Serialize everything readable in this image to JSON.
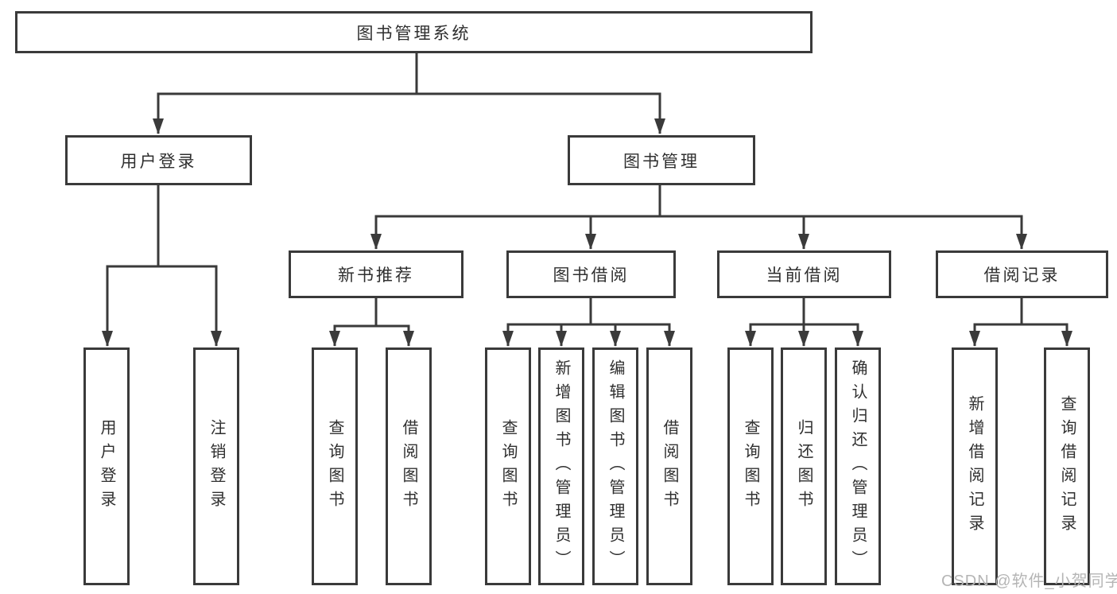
{
  "diagram": {
    "root": {
      "label": "图书管理系统"
    },
    "level2": {
      "user_login": {
        "label": "用户登录"
      },
      "book_manage": {
        "label": "图书管理"
      }
    },
    "level3": {
      "new_book": {
        "label": "新书推荐"
      },
      "book_borrow": {
        "label": "图书借阅"
      },
      "current_borrow": {
        "label": "当前借阅"
      },
      "borrow_records": {
        "label": "借阅记录"
      }
    },
    "leaves": {
      "user_login": {
        "label": "用户登录"
      },
      "logout": {
        "label": "注销登录"
      },
      "nb_query": {
        "label": "查询图书"
      },
      "nb_borrow": {
        "label": "借阅图书"
      },
      "bb_query": {
        "label": "查询图书"
      },
      "bb_add": {
        "label": "新增图书（管理员）"
      },
      "bb_edit": {
        "label": "编辑图书（管理员）"
      },
      "bb_borrow": {
        "label": "借阅图书"
      },
      "cb_query": {
        "label": "查询图书"
      },
      "cb_return": {
        "label": "归还图书"
      },
      "cb_confirm": {
        "label": "确认归还（管理员）"
      },
      "br_add": {
        "label": "新增借阅记录"
      },
      "br_query": {
        "label": "查询借阅记录"
      }
    },
    "colors": {
      "line": "#3a3a3a",
      "text": "#2f2f2f",
      "background": "#ffffff"
    }
  },
  "watermark": {
    "text": "CSDN @软件_小贺同学",
    "color": "#b5b5b5"
  }
}
